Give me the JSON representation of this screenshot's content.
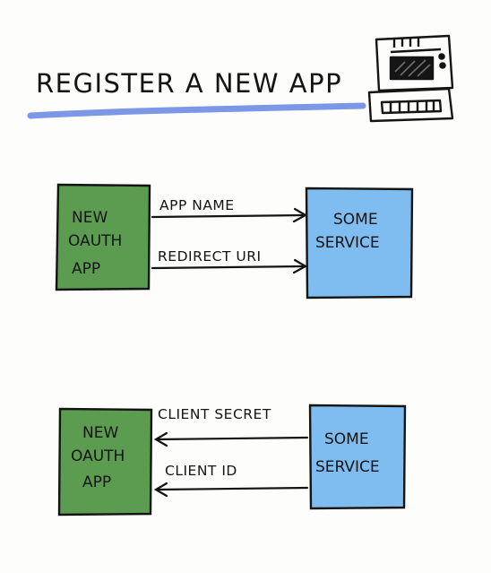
{
  "title": "REGISTER A NEW APP",
  "colors": {
    "ink": "#141414",
    "underline": "#7b97e6",
    "client_box": "#5c9c50",
    "service_box": "#7fbcf0",
    "paper": "#fdfdfb"
  },
  "icons": [
    "server-computer-icon"
  ],
  "diagram_top": {
    "left_box": [
      "NEW",
      "OAUTH",
      "APP"
    ],
    "right_box": [
      "SOME",
      "SERVICE"
    ],
    "arrows": [
      {
        "label": "APP NAME",
        "direction": "left-to-right"
      },
      {
        "label": "REDIRECT URI",
        "direction": "left-to-right"
      }
    ]
  },
  "diagram_bottom": {
    "left_box": [
      "NEW",
      "OAUTH",
      "APP"
    ],
    "right_box": [
      "SOME",
      "SERVICE"
    ],
    "arrows": [
      {
        "label": "CLIENT SECRET",
        "direction": "right-to-left"
      },
      {
        "label": "CLIENT ID",
        "direction": "right-to-left"
      }
    ]
  }
}
